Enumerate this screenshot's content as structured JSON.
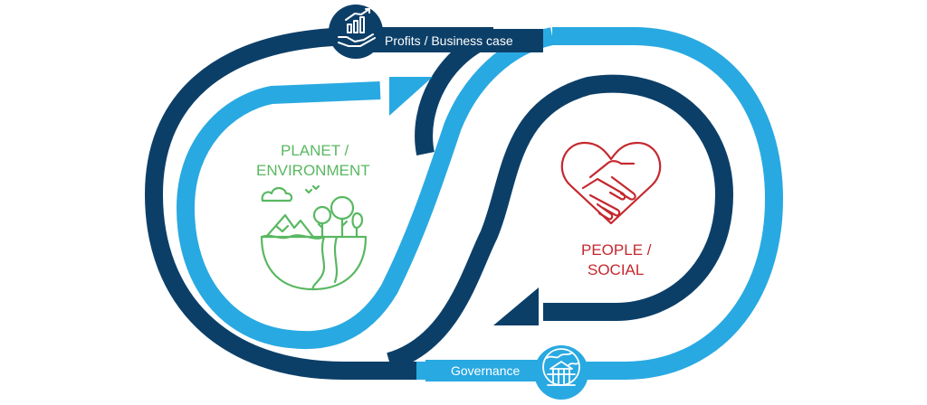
{
  "top_band": {
    "label": "Profits / Business case",
    "icon": "hand-growth-chart-icon"
  },
  "bottom_band": {
    "label": "Governance",
    "icon": "globe-institution-icon"
  },
  "planet": {
    "line1": "PLANET /",
    "line2": "ENVIRONMENT",
    "icon": "earth-landscape-icon"
  },
  "people": {
    "line1": "PEOPLE /",
    "line2": "SOCIAL",
    "icon": "heart-handshake-icon"
  },
  "colors": {
    "dark_blue": "#0c3f68",
    "light_blue": "#29a9e1",
    "green": "#59b861",
    "red": "#c5282f"
  }
}
